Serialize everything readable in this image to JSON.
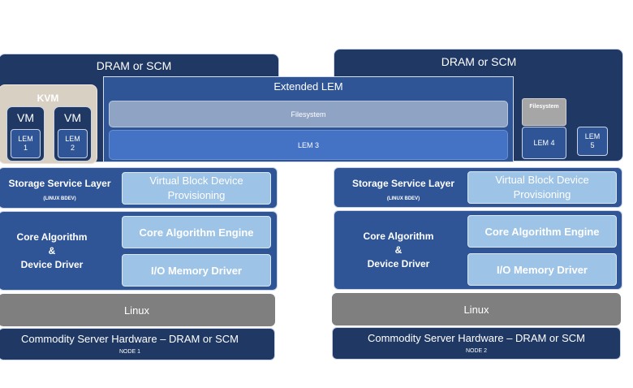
{
  "node1": {
    "dram": "DRAM or SCM",
    "kvm": "KVM",
    "vm1": "VM",
    "vm2": "VM",
    "lem1": "LEM\n1",
    "lem2": "LEM\n2",
    "storage_title": "Storage Service Layer",
    "storage_sub": "(LINUX BDEV)",
    "vbd": "Virtual Block Device\nProvisioning",
    "core": "Core Algorithm\n&\nDevice Driver",
    "engine": "Core Algorithm Engine",
    "io": "I/O Memory Driver",
    "linux": "Linux",
    "hw": "Commodity Server Hardware – DRAM or SCM",
    "node": "NODE 1"
  },
  "node2": {
    "dram": "DRAM or SCM",
    "filesystem": "Filesystem",
    "lem4": "LEM 4",
    "lem5": "LEM\n5",
    "storage_title": "Storage Service Layer",
    "storage_sub": "(LINUX BDEV)",
    "vbd": "Virtual Block Device\nProvisioning",
    "core": "Core Algorithm\n&\nDevice Driver",
    "engine": "Core Algorithm Engine",
    "io": "I/O Memory Driver",
    "linux": "Linux",
    "hw": "Commodity Server Hardware – DRAM or SCM",
    "node": "NODE 2"
  },
  "extended": {
    "title": "Extended LEM",
    "filesystem": "Filesystem",
    "lem3": "LEM 3"
  },
  "colors": {
    "navy": "#1f3864",
    "blue": "#2f5597",
    "light_blue": "#9dc3e6",
    "gray": "#7f7f7f",
    "vm_box": "#d9d0c4"
  }
}
